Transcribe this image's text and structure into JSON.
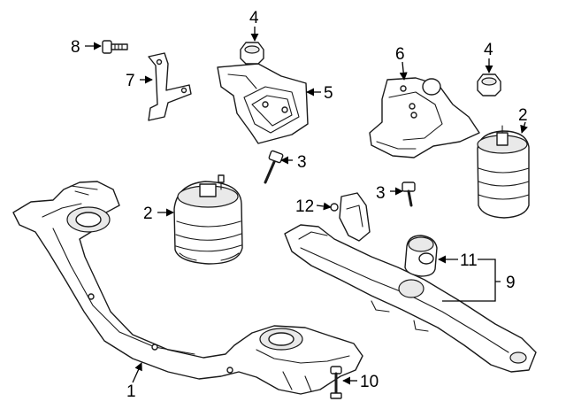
{
  "callouts": {
    "c1": "1",
    "c2a": "2",
    "c2b": "2",
    "c3a": "3",
    "c3b": "3",
    "c4a": "4",
    "c4b": "4",
    "c5": "5",
    "c6": "6",
    "c7": "7",
    "c8": "8",
    "c9": "9",
    "c10": "10",
    "c11": "11",
    "c12": "12"
  },
  "colors": {
    "line": "#1a1a1a",
    "background": "#ffffff",
    "shade": "#e9e9e9"
  }
}
